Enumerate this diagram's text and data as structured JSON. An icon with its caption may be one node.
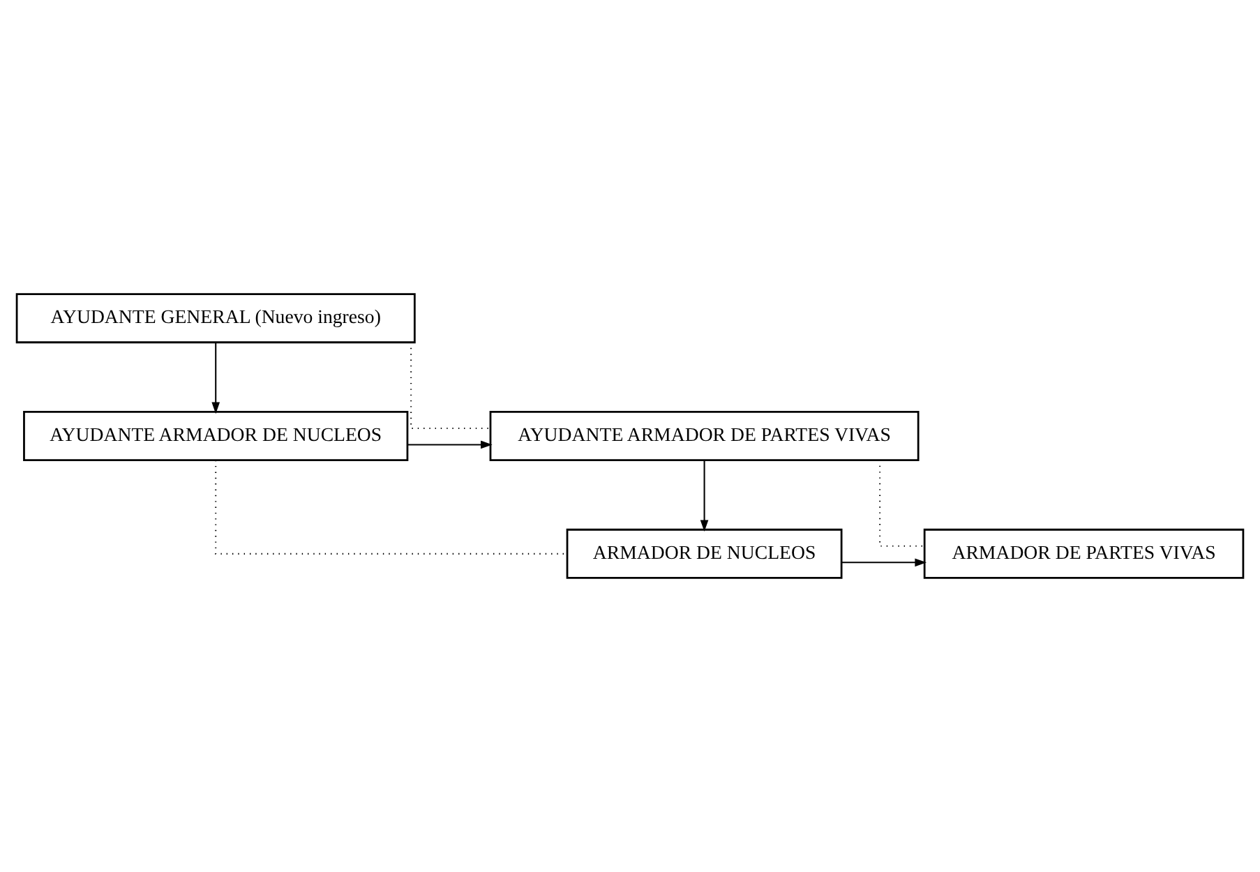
{
  "diagram": {
    "nodes": [
      {
        "text": [
          "AYUDANTE GENERAL (Nuevo ingreso)"
        ]
      },
      {
        "text": [
          "AYUDANTE ARMADOR DE NUCLEOS"
        ]
      },
      {
        "text": [
          "AYUDANTE ARMADOR DE PARTES VIVAS"
        ]
      },
      {
        "text": [
          "ARMADOR DE NUCLEOS"
        ]
      },
      {
        "text": [
          "ARMADOR DE PARTES VIVAS"
        ]
      }
    ],
    "edges": [
      {
        "from": 0,
        "to": 1,
        "arrow": "to"
      },
      {
        "from": 0,
        "to": 2,
        "arrow": "none",
        "style": "dashed"
      },
      {
        "from": 1,
        "to": 2,
        "arrow": "to"
      },
      {
        "from": 2,
        "to": 3,
        "arrow": "to"
      },
      {
        "from": 1,
        "to": 3,
        "arrow": "none",
        "style": "dashed"
      },
      {
        "from": 2,
        "to": 4,
        "arrow": "none",
        "style": "dashed"
      },
      {
        "from": 3,
        "to": 4,
        "arrow": "to"
      }
    ]
  }
}
